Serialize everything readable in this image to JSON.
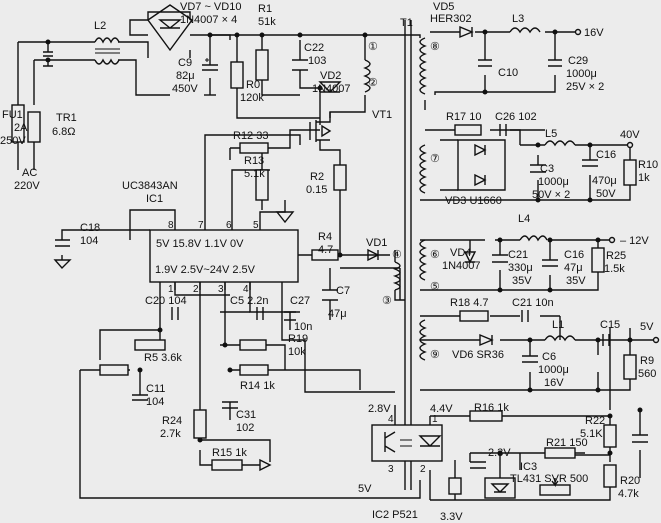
{
  "labels": {
    "fu1": "FU1",
    "fu1_val": "2A",
    "fu1_v": "250V",
    "tr1": "TR1",
    "tr1_val": "6.8Ω",
    "ac": "AC",
    "ac_v": "220V",
    "l2": "L2",
    "vd7": "VD7 ~ VD10",
    "vd7_val": "1N4007 × 4",
    "c9": "C9",
    "c9_val": "82μ",
    "c9_v": "450V",
    "r1": "R1",
    "r1_val": "51k",
    "r0": "R0",
    "r0_val": "120k",
    "c22": "C22",
    "c22_val": "103",
    "vd2": "VD2",
    "vd2_val": "1N4007",
    "w1": "①",
    "w2": "②",
    "vt1": "VT1",
    "t1": "T1",
    "vd5": "VD5",
    "vd5_val": "HER302",
    "l3": "L3",
    "out16": "16V",
    "c10": "C10",
    "c29": "C29",
    "c29_val": "1000μ",
    "c29_v": "25V × 2",
    "w8": "⑧",
    "r17": "R17 10",
    "c26": "C26 102",
    "l5": "L5",
    "out40": "40V",
    "w7": "⑦",
    "c3": "C3",
    "c3_val": "1000μ",
    "c3_v": "50V × 2",
    "c16a": "C16",
    "c16a_val": "470μ",
    "c16a_v": "50V",
    "r10": "R10",
    "r10_val": "1k",
    "vd3": "VD3 U1660",
    "r12": "R12 33",
    "r13": "R13",
    "r13_val": "5.1k",
    "r2": "R2",
    "r2_val": "0.15",
    "uc": "UC3843AN",
    "ic1": "IC1",
    "c18": "C18",
    "c18_val": "104",
    "p8": "8",
    "p7": "7",
    "p6": "6",
    "p5": "5",
    "p1": "1",
    "p2": "2",
    "p3": "3",
    "p4": "4",
    "ic_top": "5V  15.8V  1.1V   0V",
    "ic_bot": "1.9V  2.5V~24V  2.5V",
    "r4": "R4",
    "r4_val": "4.7",
    "vd1": "VD1",
    "w4": "④",
    "w3": "③",
    "c7": "C7",
    "c7_val": "47μ",
    "c27": "C27",
    "c27_val": "10n",
    "c20": "C20 104",
    "c5": "C5 2.2n",
    "r5": "R5 3.6k",
    "r19": "R19",
    "r19_val": "10k",
    "r14": "R14 1k",
    "c11": "C11",
    "c11_val": "104",
    "r24": "R24",
    "r24_val": "2.7k",
    "c31": "C31",
    "c31_val": "102",
    "r15": "R15 1k",
    "l4": "L4",
    "w6": "⑥",
    "w5": "⑤",
    "vd4": "VD4",
    "vd4_val": "1N4007",
    "c21a": "C21",
    "c21a_val": "330μ",
    "c21a_v": "35V",
    "c16b": "C16",
    "c16b_val": "47μ",
    "c16b_v": "35V",
    "r25": "R25",
    "r25_val": "1.5k",
    "out12": "– 12V",
    "r18": "R18 4.7",
    "c21b": "C21 10n",
    "l1": "L1",
    "c15": "C15",
    "out5": "5V",
    "w9": "⑨",
    "vd6": "VD6 SR36",
    "c6": "C6",
    "c6_val": "1000μ",
    "c6_v": "16V",
    "r9": "R9",
    "r9_val": "560",
    "v28": "2.8V",
    "v44": "4.4V",
    "r16": "R16 1k",
    "r22": "R22",
    "r22_val": "5.1K",
    "v23": "2.3V",
    "r21": "R21 150",
    "ic3": "IC3",
    "ic3_val": "TL431 SVR 500",
    "r20": "R20",
    "r20_val": "4.7k",
    "op4": "4",
    "op1": "1",
    "op3": "3",
    "op2": "2",
    "v5": "5V",
    "ic2": "IC2 P521",
    "v33": "3.3V"
  }
}
